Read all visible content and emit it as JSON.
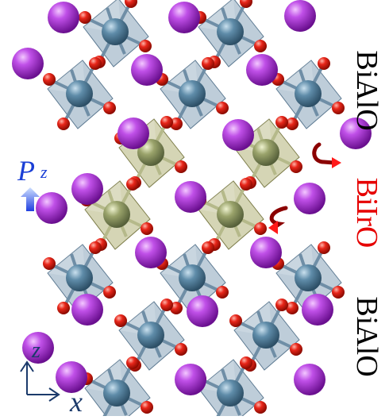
{
  "layers": {
    "top": "BiAlO",
    "middle": "BiIrO",
    "bottom": "BiAlO"
  },
  "polarization": {
    "symbol": "P",
    "subscript": "z"
  },
  "axes": {
    "vertical": "z",
    "horizontal": "x"
  },
  "colors": {
    "bi_atom": "#a12ed0",
    "oxygen_atom": "#d81c0c",
    "al_atom": "#5a86a3",
    "ir_atom": "#8f9a62",
    "al_octahedron": "#7e9bb4",
    "ir_octahedron": "#b3b279",
    "rotation_arrow": "#8b0000",
    "label_red": "#e60000",
    "polarization_arrow": "#2a5ce6"
  }
}
